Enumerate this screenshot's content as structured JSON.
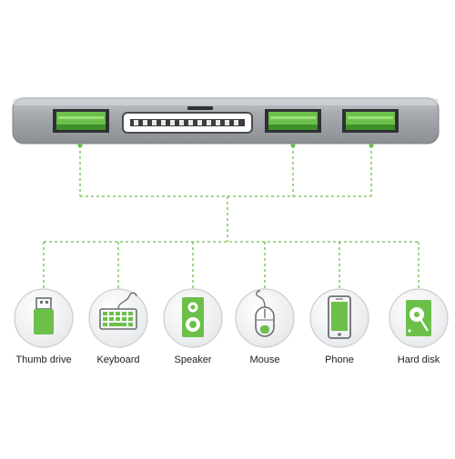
{
  "colors": {
    "accent_green": "#6cc04a",
    "hub_body": "#9a9ea3",
    "icon_outline": "#6a6f73"
  },
  "hub": {
    "ports": [
      {
        "kind": "usb-a",
        "icon": "usb-port"
      },
      {
        "kind": "card-reader",
        "icon": "sd-card-slot"
      },
      {
        "kind": "usb-a",
        "icon": "usb-port"
      },
      {
        "kind": "usb-a",
        "icon": "usb-port"
      }
    ]
  },
  "devices": [
    {
      "label": "Thumb drive",
      "icon": "thumb-drive-icon"
    },
    {
      "label": "Keyboard",
      "icon": "keyboard-icon"
    },
    {
      "label": "Speaker",
      "icon": "speaker-icon"
    },
    {
      "label": "Mouse",
      "icon": "mouse-icon"
    },
    {
      "label": "Phone",
      "icon": "phone-icon"
    },
    {
      "label": "Hard disk",
      "icon": "hard-disk-icon"
    }
  ]
}
